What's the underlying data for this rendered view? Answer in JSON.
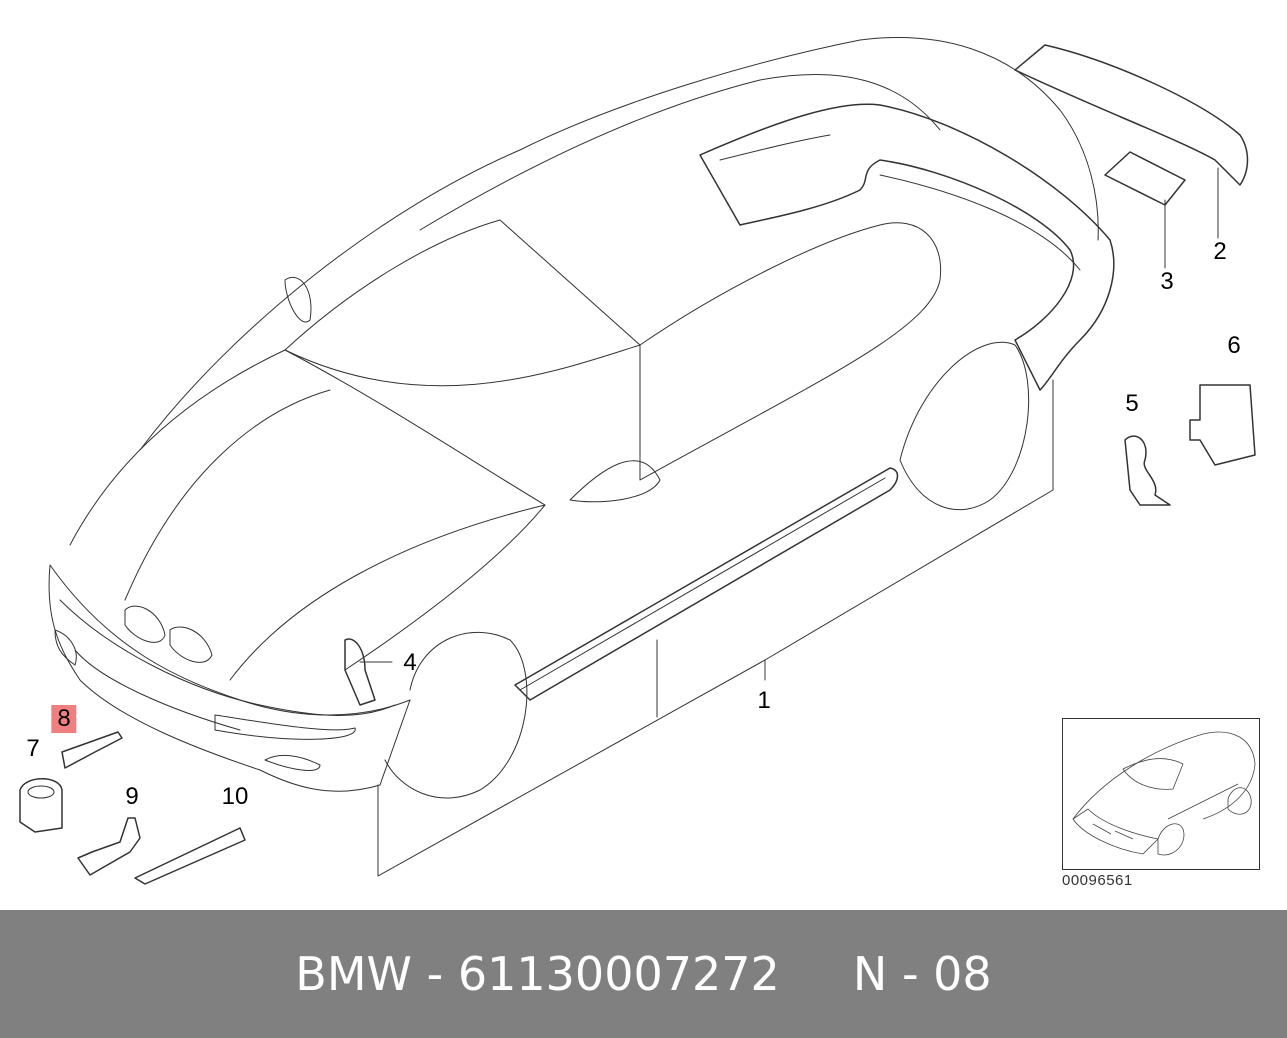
{
  "diagram": {
    "callouts": [
      {
        "id": "1",
        "text": "1",
        "highlighted": false
      },
      {
        "id": "2",
        "text": "2",
        "highlighted": false
      },
      {
        "id": "3",
        "text": "3",
        "highlighted": false
      },
      {
        "id": "4",
        "text": "4",
        "highlighted": false
      },
      {
        "id": "5",
        "text": "5",
        "highlighted": false
      },
      {
        "id": "6",
        "text": "6",
        "highlighted": false
      },
      {
        "id": "7",
        "text": "7",
        "highlighted": false
      },
      {
        "id": "8",
        "text": "8",
        "highlighted": true
      },
      {
        "id": "9",
        "text": "9",
        "highlighted": false
      },
      {
        "id": "10",
        "text": "10",
        "highlighted": false
      }
    ],
    "reference_number": "00096561",
    "highlight_color": "#f08080",
    "line_color": "#333333"
  },
  "footer": {
    "text": "BMW - 61130007272     N - 08",
    "background": "#808080",
    "text_color": "#ffffff"
  }
}
